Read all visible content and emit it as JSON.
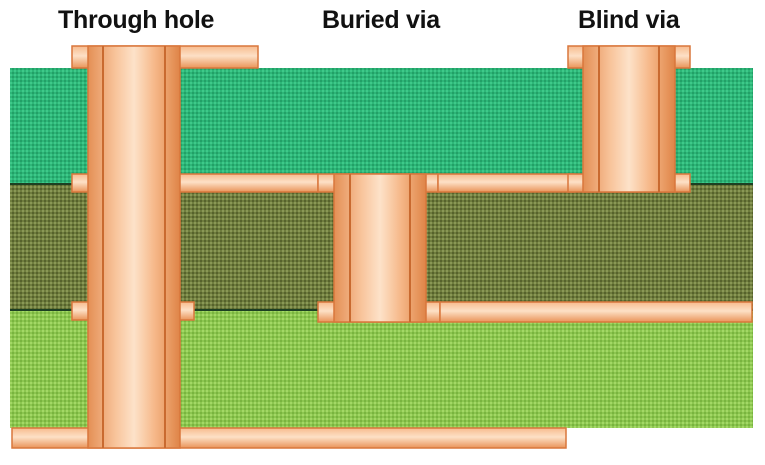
{
  "labels": {
    "through_hole": "Through hole",
    "buried_via": "Buried via",
    "blind_via": "Blind via"
  },
  "colors": {
    "layer_top": "#2db678",
    "layer_middle": "#6f7d3e",
    "layer_bottom": "#8cc650",
    "copper_light": "#fbd7b8",
    "copper_mid": "#f3ab78",
    "copper_dark": "#d98246",
    "copper_outline": "#d9773c",
    "layer_boundary": "#1c3f22"
  }
}
